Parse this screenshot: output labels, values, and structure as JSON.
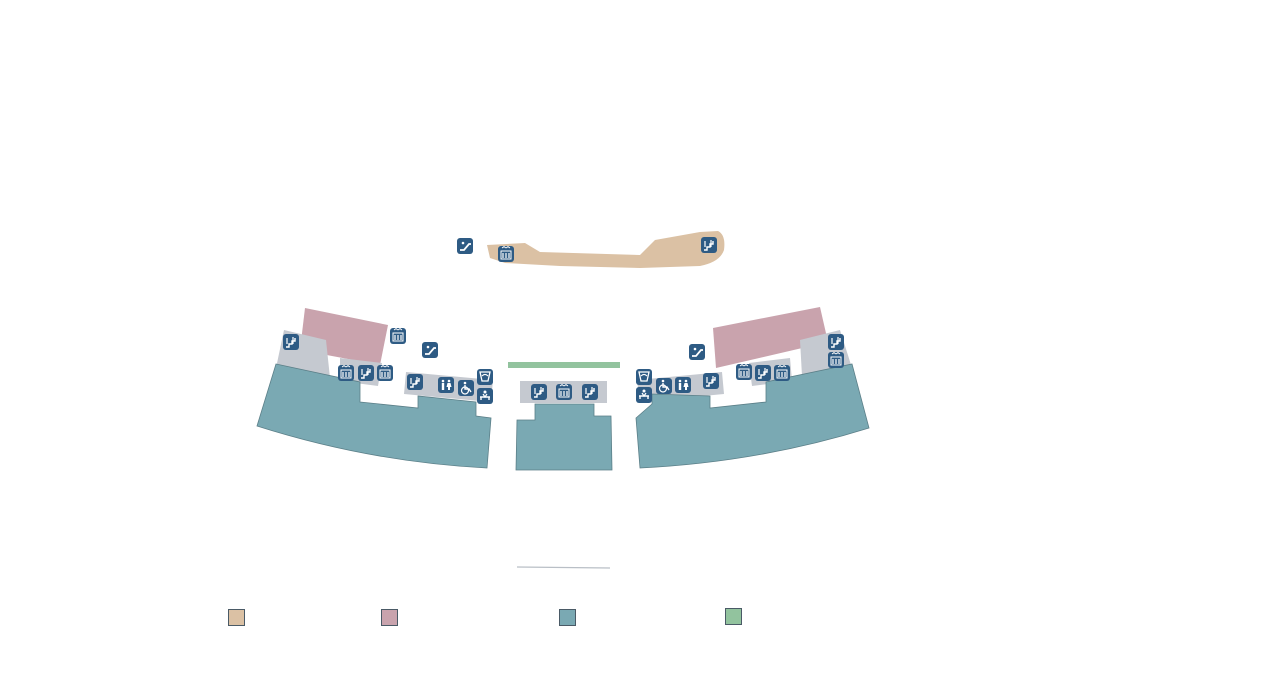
{
  "map": {
    "zone_colors": {
      "sand": "#dbc1a4",
      "rose": "#c9a3ad",
      "teal": "#7aa9b3",
      "green": "#92c39e",
      "gray": "#c5c9d0",
      "icon_bg": "#2e5b84",
      "icon_fg": "#ffffff"
    },
    "legend": [
      {
        "color_key": "sand",
        "label": ""
      },
      {
        "color_key": "rose",
        "label": ""
      },
      {
        "color_key": "teal",
        "label": ""
      },
      {
        "color_key": "green",
        "label": ""
      }
    ],
    "icons": [
      {
        "id": "escalator-icon"
      },
      {
        "id": "elevator-icon"
      },
      {
        "id": "stairs-icon"
      },
      {
        "id": "restroom-icon"
      },
      {
        "id": "accessible-icon"
      },
      {
        "id": "baby-care-icon"
      },
      {
        "id": "water-fountain-icon"
      }
    ]
  }
}
